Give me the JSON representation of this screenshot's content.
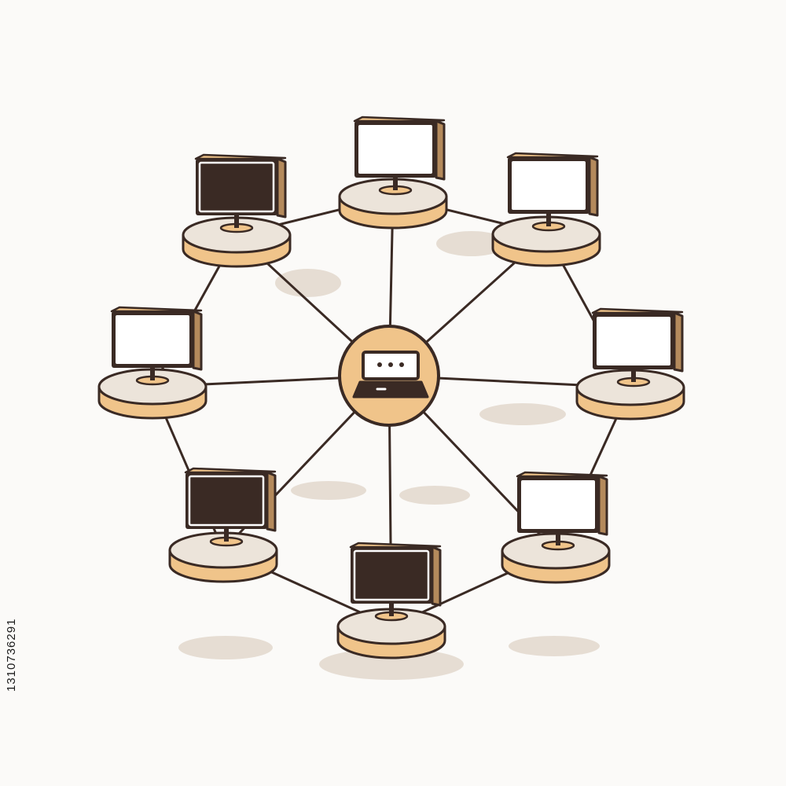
{
  "colors": {
    "background": "#fbfaf8",
    "outline": "#3a2a24",
    "pedestal_side": "#f0c48a",
    "pedestal_top": "#ece4da",
    "monitor_frame": "#3a2a24",
    "screen_light": "#ffffff",
    "screen_dark": "#3a2a24",
    "hub_fill": "#f0c48a",
    "shadow": "#e6ddd3"
  },
  "diagram": {
    "type": "star-network",
    "hub": {
      "icon": "router-icon"
    },
    "nodes": [
      {
        "icon": "monitor-icon",
        "screen": "light"
      },
      {
        "icon": "monitor-icon",
        "screen": "light"
      },
      {
        "icon": "monitor-icon",
        "screen": "light"
      },
      {
        "icon": "monitor-icon",
        "screen": "light"
      },
      {
        "icon": "monitor-icon",
        "screen": "dark"
      },
      {
        "icon": "monitor-icon",
        "screen": "dark"
      },
      {
        "icon": "monitor-icon",
        "screen": "light"
      },
      {
        "icon": "monitor-icon",
        "screen": "dark"
      }
    ],
    "ring_links": [
      [
        0,
        1
      ],
      [
        1,
        2
      ],
      [
        2,
        3
      ],
      [
        3,
        4
      ],
      [
        4,
        5
      ],
      [
        5,
        6
      ],
      [
        6,
        7
      ],
      [
        7,
        0
      ]
    ]
  },
  "watermark": {
    "stock_id": "1310736291"
  }
}
